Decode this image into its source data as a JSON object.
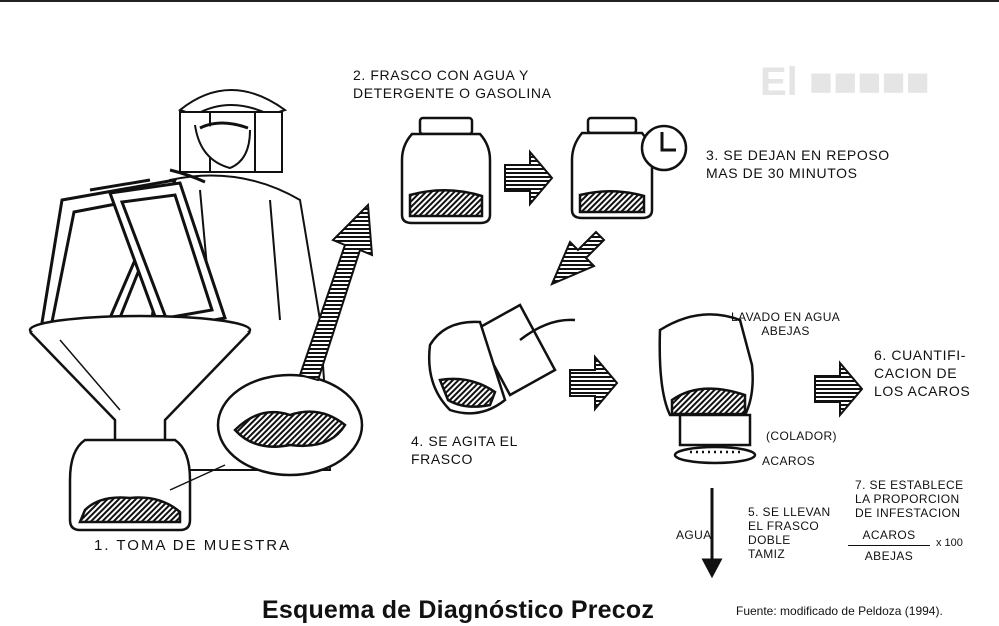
{
  "steps": {
    "s1": "1. TOMA DE MUESTRA",
    "s2": "2. FRASCO CON AGUA Y\nDETERGENTE O GASOLINA",
    "s3": "3. SE DEJAN EN REPOSO\nMAS DE 30 MINUTOS",
    "s4": "4. SE AGITA EL\nFRASCO",
    "s5": "5. SE LLEVAN\nEL FRASCO\nDOBLE\nTAMIZ",
    "s6": "6. CUANTIFI-\nCACION DE\nLOS ACAROS",
    "s7": "7. SE ESTABLECE\nLA PROPORCION\nDE INFESTACION"
  },
  "labels": {
    "lavado": "LAVADO EN AGUA\nABEJAS",
    "colador": "(COLADOR)",
    "acaros": "ACAROS",
    "agua": "AGUA"
  },
  "formula": {
    "numerator": "ACAROS",
    "denominator": "ABEJAS",
    "multiplier": "x 100"
  },
  "caption": "Esquema de Diagnóstico Precoz",
  "source": "Fuente: modificado de Peldoza (1994).",
  "colors": {
    "ink": "#111111",
    "paper": "#ffffff",
    "ghost": "#e6e6e6"
  }
}
